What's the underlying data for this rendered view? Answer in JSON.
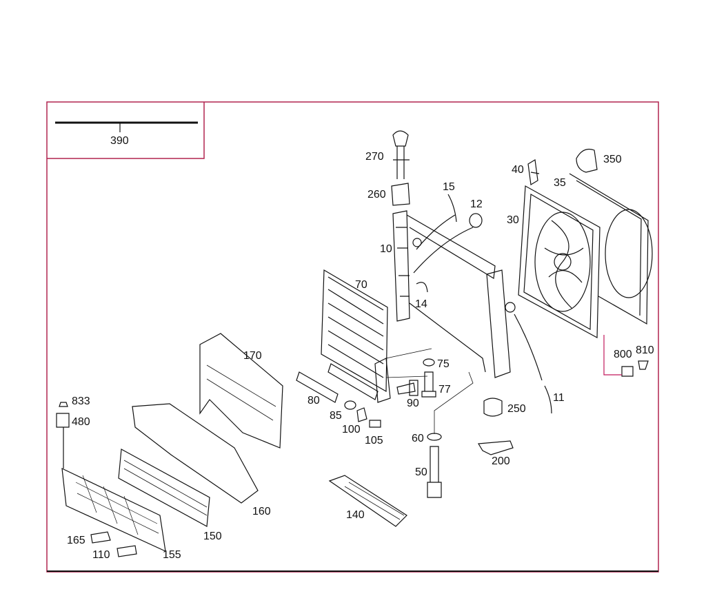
{
  "colors": {
    "frame": "#b0234f",
    "ink": "#111111",
    "accent": "#c2185b",
    "background": "#ffffff"
  },
  "legend": {
    "label": "390"
  },
  "parts": {
    "p10": "10",
    "p11": "11",
    "p12": "12",
    "p14": "14",
    "p15": "15",
    "p30": "30",
    "p35": "35",
    "p40": "40",
    "p50": "50",
    "p60": "60",
    "p70": "70",
    "p75": "75",
    "p77": "77",
    "p80": "80",
    "p85": "85",
    "p90": "90",
    "p100": "100",
    "p105": "105",
    "p110": "110",
    "p140": "140",
    "p150": "150",
    "p155": "155",
    "p160": "160",
    "p165": "165",
    "p170": "170",
    "p200": "200",
    "p250": "250",
    "p260": "260",
    "p270": "270",
    "p350": "350",
    "p480": "480",
    "p800": "800",
    "p810": "810",
    "p833": "833"
  }
}
